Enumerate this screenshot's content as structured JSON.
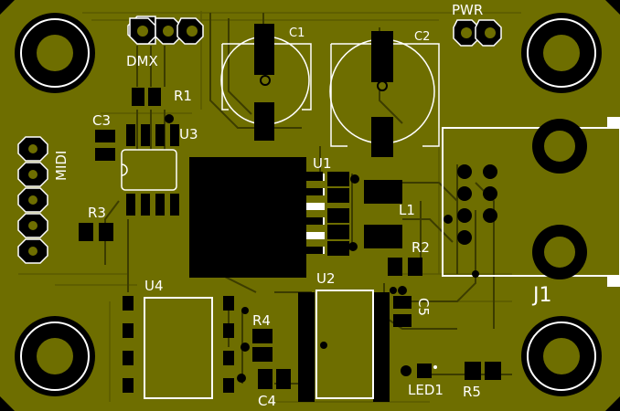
{
  "colors": {
    "board": "#6e6e00",
    "trace": "#5a5a00",
    "pad": "#000000",
    "silk": "#ffffff",
    "background": "#000000"
  },
  "labels": {
    "c1": "C1",
    "c2": "C2",
    "pwr": "PWR",
    "dmx": "DMX",
    "r1": "R1",
    "c3": "C3",
    "u3": "U3",
    "midi": "MIDI",
    "u1": "U1",
    "l1": "L1",
    "r3": "R3",
    "r2": "R2",
    "j1": "J1",
    "u4": "U4",
    "u2": "U2",
    "r4": "R4",
    "c5": "C5",
    "c4": "C4",
    "led1": "LED1",
    "r5": "R5"
  }
}
